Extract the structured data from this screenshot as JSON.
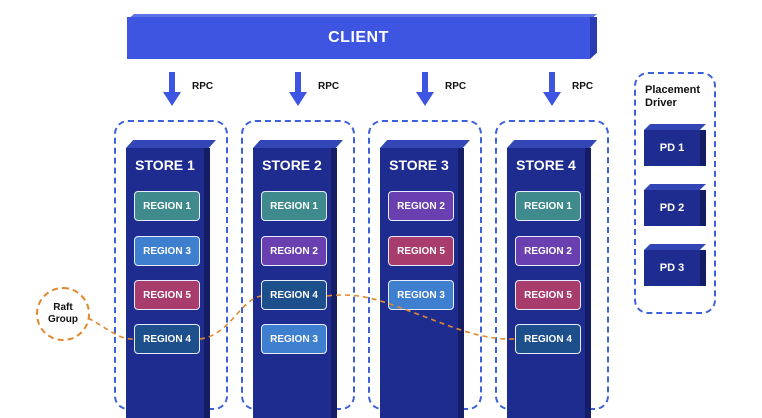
{
  "client": {
    "label": "CLIENT"
  },
  "rpc": {
    "label": "RPC"
  },
  "stores": [
    {
      "title": "STORE 1",
      "regions": [
        {
          "label": "REGION 1",
          "color": "#3f8a8c"
        },
        {
          "label": "REGION 3",
          "color": "#3f7fd0"
        },
        {
          "label": "REGION 5",
          "color": "#a83c6c"
        },
        {
          "label": "REGION 4",
          "color": "#1c4f8c"
        }
      ]
    },
    {
      "title": "STORE 2",
      "regions": [
        {
          "label": "REGION 1",
          "color": "#3f8a8c"
        },
        {
          "label": "REGION 2",
          "color": "#6a3fb0"
        },
        {
          "label": "REGION 4",
          "color": "#1c4f8c"
        },
        {
          "label": "REGION 3",
          "color": "#3f7fd0"
        }
      ]
    },
    {
      "title": "STORE 3",
      "regions": [
        {
          "label": "REGION 2",
          "color": "#6a3fb0"
        },
        {
          "label": "REGION 5",
          "color": "#a83c6c"
        },
        {
          "label": "REGION 3",
          "color": "#3f7fd0"
        }
      ]
    },
    {
      "title": "STORE 4",
      "regions": [
        {
          "label": "REGION 1",
          "color": "#3f8a8c"
        },
        {
          "label": "REGION 2",
          "color": "#6a3fb0"
        },
        {
          "label": "REGION 5",
          "color": "#a83c6c"
        },
        {
          "label": "REGION 4",
          "color": "#1c4f8c"
        }
      ]
    }
  ],
  "placement_driver": {
    "label_line1": "Placement",
    "label_line2": "Driver",
    "nodes": [
      "PD 1",
      "PD 2",
      "PD 3"
    ]
  },
  "raft_group": {
    "line1": "Raft",
    "line2": "Group"
  },
  "colors": {
    "store_fill": "#1f2c8f",
    "client_fill": "#3d55e0",
    "dashed_border": "#3d61d9",
    "raft_line": "#e0892f"
  }
}
